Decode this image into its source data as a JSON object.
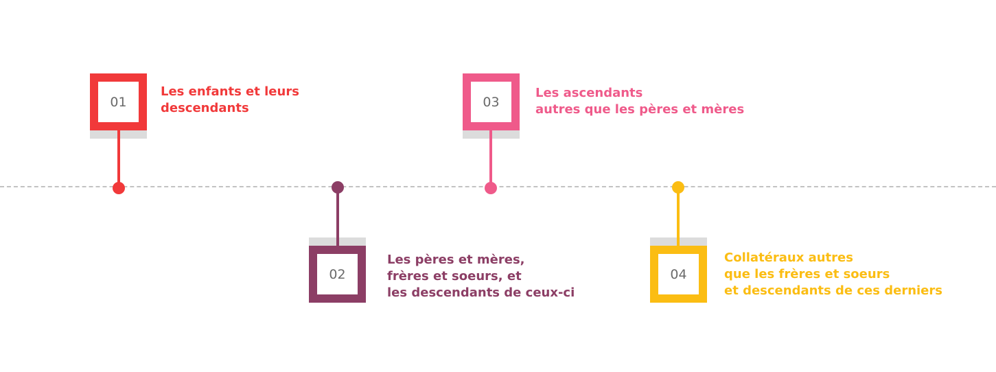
{
  "colors": {
    "step1": "#f1393a",
    "step2": "#8c3e65",
    "step3": "#ef5a8a",
    "step4": "#fbbd13",
    "number_text": "#6a6a6a",
    "axis": "#c2c2c2",
    "box_shadow": "#dcdcdc"
  },
  "steps": [
    {
      "number": "01",
      "lines": [
        "Les enfants et leurs",
        "descendants"
      ]
    },
    {
      "number": "02",
      "lines": [
        "Les pères et mères,",
        "frères et soeurs, et",
        "les descendants de ceux-ci"
      ]
    },
    {
      "number": "03",
      "lines": [
        "Les ascendants",
        "autres que les pères et mères"
      ]
    },
    {
      "number": "04",
      "lines": [
        "Collatéraux autres",
        "que les frères et soeurs",
        "et descendants de ces derniers"
      ]
    }
  ]
}
